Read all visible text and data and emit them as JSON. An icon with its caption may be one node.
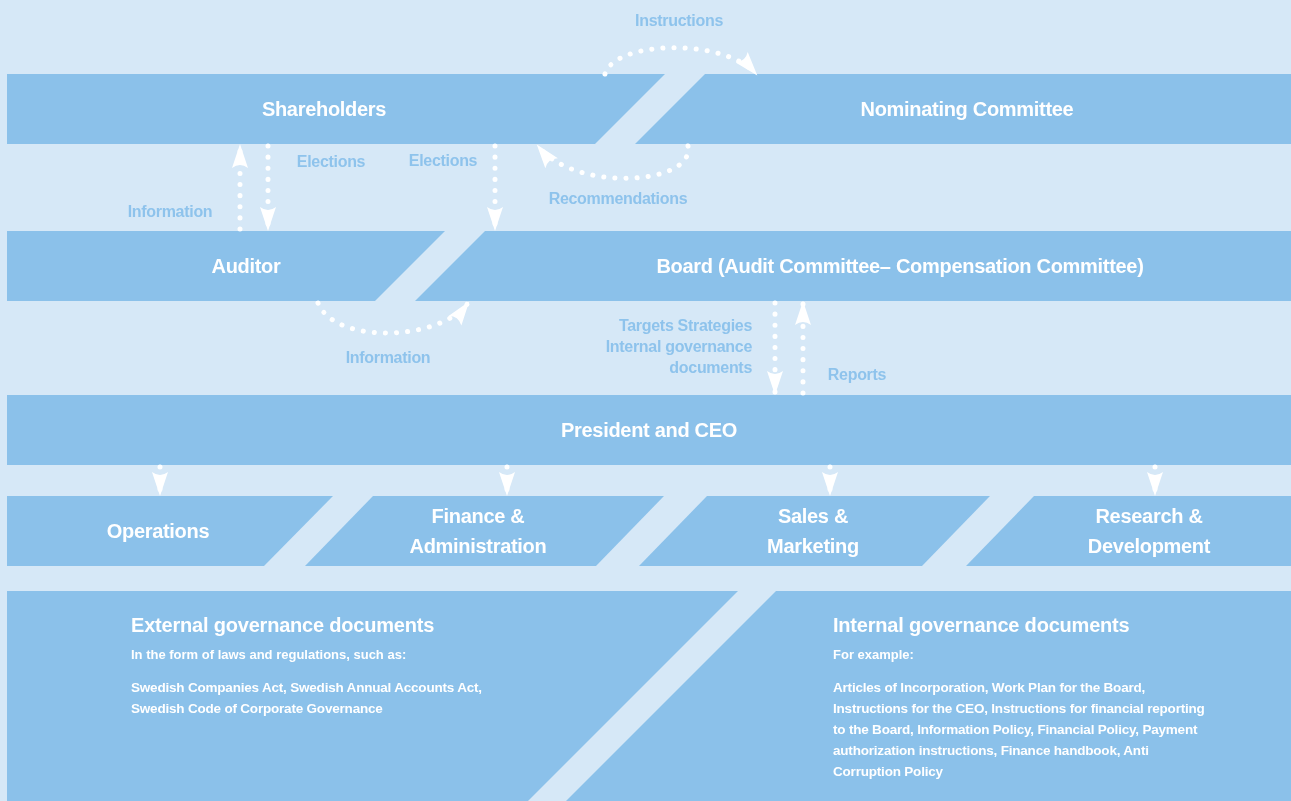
{
  "diagram": {
    "nodes": [
      {
        "text": [
          "Shareholders"
        ]
      },
      {
        "text": [
          "Nominating Committee"
        ]
      },
      {
        "text": [
          "Auditor"
        ]
      },
      {
        "text": [
          "Board (Audit Committee– Compensation Committee)"
        ]
      },
      {
        "text": [
          "President and CEO"
        ]
      },
      {
        "text": [
          "Operations"
        ]
      },
      {
        "text": [
          "Finance & Administration"
        ]
      },
      {
        "text": [
          "Sales & Marketing"
        ]
      },
      {
        "text": [
          "Research & Development"
        ]
      },
      {
        "text": [
          "External governance documents",
          "In the form of laws and regulations, such as:",
          "Swedish Companies Act, Swedish Annual Accounts Act, Swedish Code of Corporate Governance"
        ]
      },
      {
        "text": [
          "Internal governance documents",
          "For example:",
          "Articles of Incorporation, Work Plan for the Board, Instructions for the CEO, Instructions for financial reporting to the Board, Information Policy, Financial Policy, Payment authorization instructions, Finance handbook, Anti Corruption Policy"
        ]
      }
    ],
    "edges": [
      {
        "from": 2,
        "to": 0,
        "arrow": "to",
        "label": "Information"
      },
      {
        "from": 0,
        "to": 2,
        "arrow": "to",
        "label": "Elections"
      },
      {
        "from": 0,
        "to": 3,
        "arrow": "to",
        "label": "Elections"
      },
      {
        "from": 0,
        "to": 1,
        "arrow": "to",
        "label": "Instructions"
      },
      {
        "from": 1,
        "to": 0,
        "arrow": "to",
        "label": "Recommendations"
      },
      {
        "from": 2,
        "to": 3,
        "arrow": "to",
        "label": "Information"
      },
      {
        "from": 3,
        "to": 4,
        "arrow": "to",
        "label": "Targets Strategies Internal governance documents"
      },
      {
        "from": 4,
        "to": 3,
        "arrow": "to",
        "label": "Reports"
      },
      {
        "from": 4,
        "to": 5,
        "arrow": "to"
      },
      {
        "from": 4,
        "to": 6,
        "arrow": "to"
      },
      {
        "from": 4,
        "to": 7,
        "arrow": "to"
      },
      {
        "from": 4,
        "to": 8,
        "arrow": "to"
      }
    ]
  }
}
